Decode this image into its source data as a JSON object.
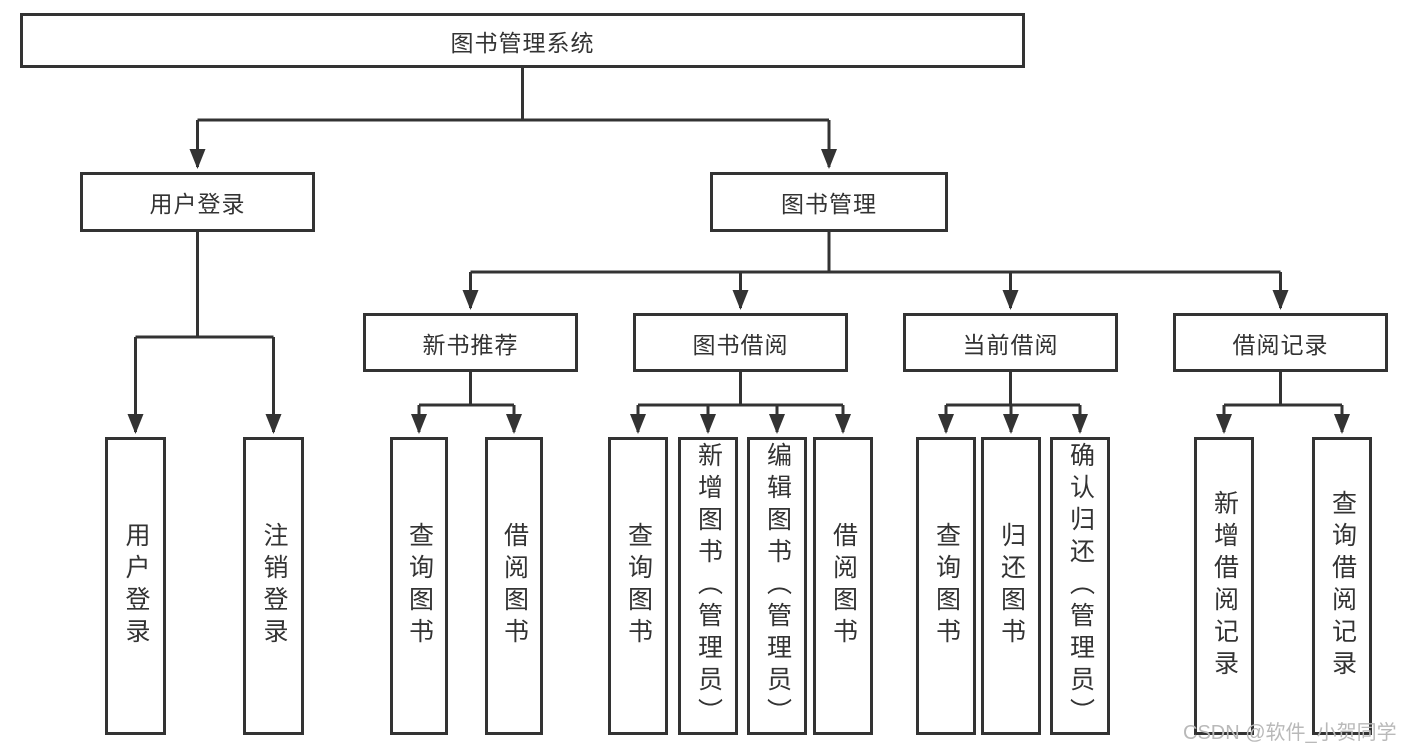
{
  "diagram_title": "图书管理系统",
  "nodes": {
    "root": "图书管理系统",
    "level2": [
      "用户登录",
      "图书管理"
    ],
    "level3": [
      "新书推荐",
      "图书借阅",
      "当前借阅",
      "借阅记录"
    ],
    "login_leaves": [
      "用户登录",
      "注销登录"
    ],
    "recommend_leaves": [
      "查询图书",
      "借阅图书"
    ],
    "borrow_leaves": [
      "查询图书",
      "新增图书（管理员）",
      "编辑图书（管理员）",
      "借阅图书"
    ],
    "current_leaves": [
      "查询图书",
      "归还图书",
      "确认归还（管理员）"
    ],
    "record_leaves": [
      "新增借阅记录",
      "查询借阅记录"
    ]
  },
  "watermark": "CSDN @软件_小贺同学",
  "colors": {
    "line": "#333333",
    "box_border": "#333333",
    "text": "#333333",
    "watermark": "#b9b9b9",
    "background": "#ffffff"
  }
}
